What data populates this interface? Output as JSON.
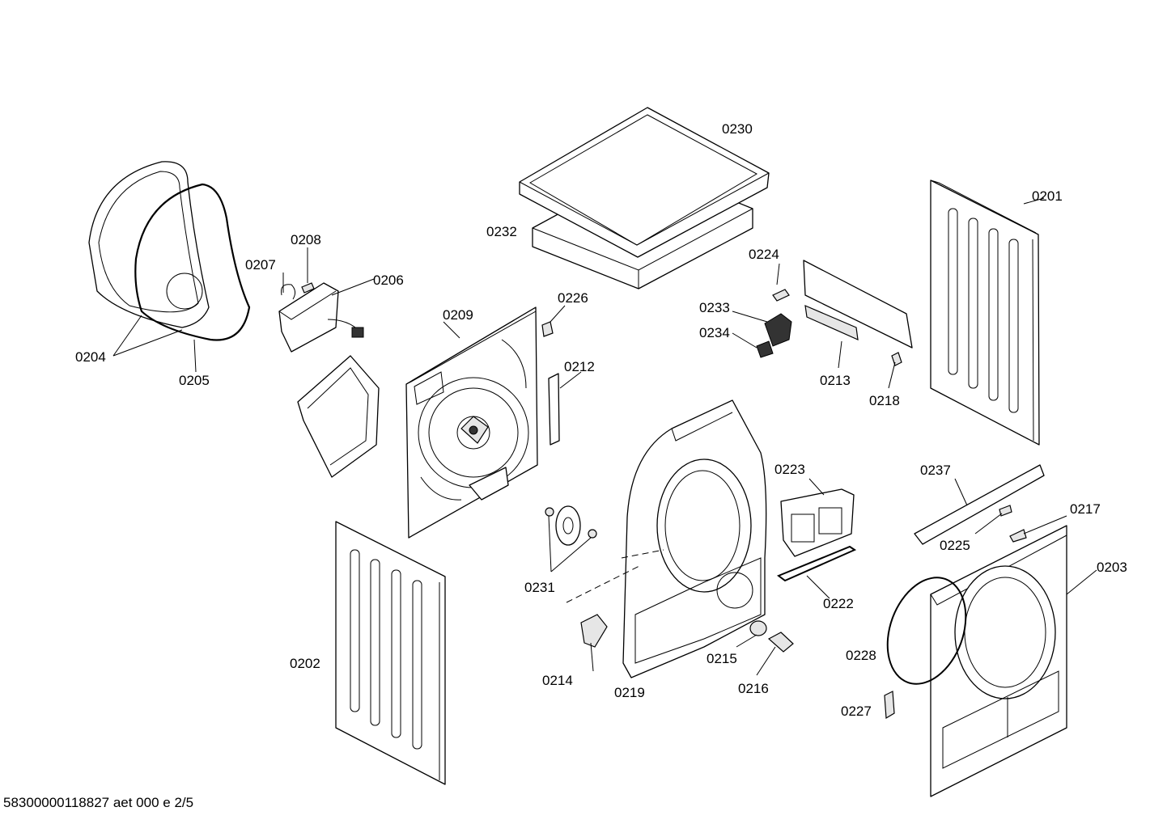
{
  "diagram": {
    "labels": {
      "p0201": "0201",
      "p0202": "0202",
      "p0203": "0203",
      "p0204": "0204",
      "p0205": "0205",
      "p0206": "0206",
      "p0207": "0207",
      "p0208": "0208",
      "p0209": "0209",
      "p0212": "0212",
      "p0213": "0213",
      "p0214": "0214",
      "p0215": "0215",
      "p0216": "0216",
      "p0217": "0217",
      "p0218": "0218",
      "p0219": "0219",
      "p0222": "0222",
      "p0223": "0223",
      "p0224": "0224",
      "p0225": "0225",
      "p0226": "0226",
      "p0227": "0227",
      "p0228": "0228",
      "p0230": "0230",
      "p0231": "0231",
      "p0232": "0232",
      "p0233": "0233",
      "p0234": "0234",
      "p0237": "0237"
    },
    "footer": "58300000118827 aet 000 e 2/5"
  }
}
